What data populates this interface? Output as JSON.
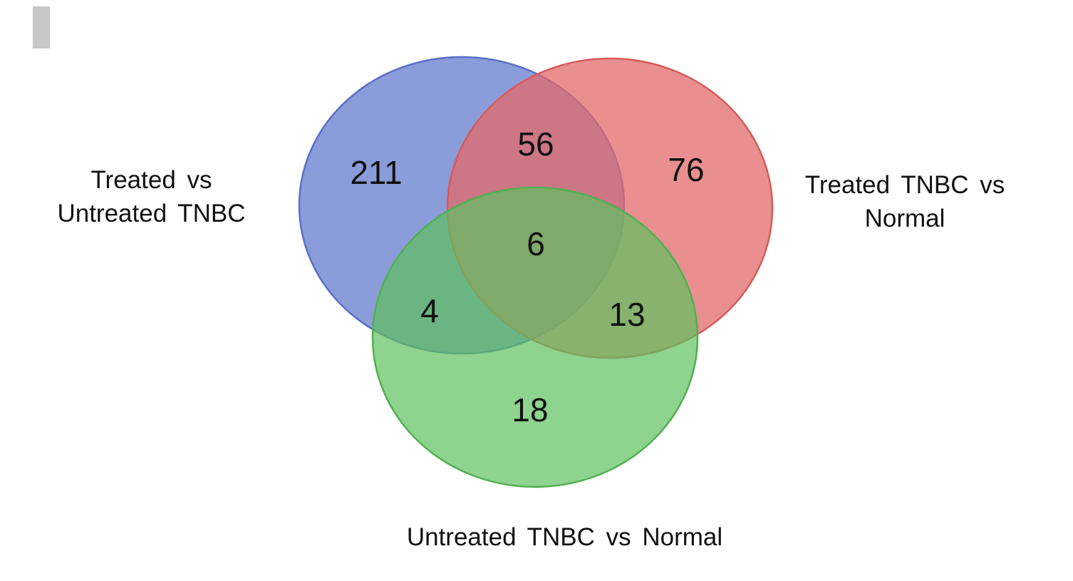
{
  "sets": [
    {
      "id": "A",
      "label_line1": "Treated vs",
      "label_line2": "Untreated TNBC",
      "color": "#6a80d0"
    },
    {
      "id": "B",
      "label_line1": "Treated TNBC vs",
      "label_line2": "Normal",
      "color": "#e37474"
    },
    {
      "id": "C",
      "label": "Untreated TNBC vs Normal",
      "color": "#6fc86f"
    }
  ],
  "regions": {
    "a_only": "211",
    "b_only": "76",
    "c_only": "18",
    "ab": "56",
    "ac": "4",
    "bc": "13",
    "abc": "6"
  }
}
